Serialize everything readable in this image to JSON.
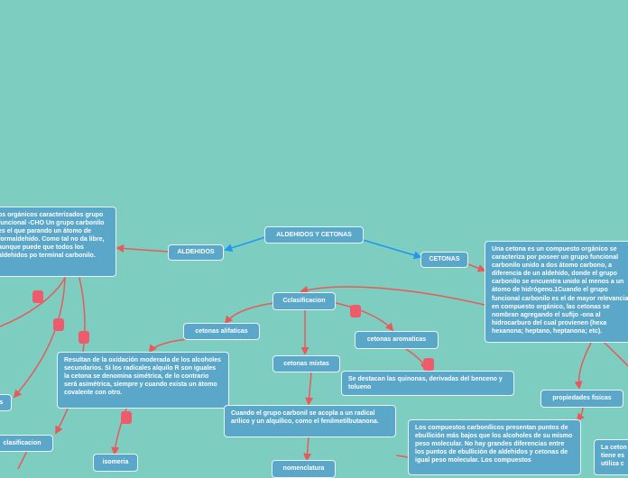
{
  "colors": {
    "background": "#7dcdc0",
    "node_fill": "#5ba7c9",
    "connector_main": "#2196f3",
    "connector_sub": "#e85a5a",
    "marker": "#ee5b6a"
  },
  "nodes": {
    "root": "ALDEHIDOS Y CETONAS",
    "aldehidos": "ALDEHIDOS",
    "cetonas": "CETONAS",
    "aldehidos_def": "os orgánicos caracterizados grupo funcional -CHO Un grupo carbonilo es el que parando un átomo de formaldehido. Como tal no da libre, aunque puede que todos los aldehidos po terminal carbonilo.",
    "cetona_def": "Una cetona es un compuesto orgánico se caracteriza por poseer un grupo funcional carbonilo unido a dos átomo carbono, a diferencia de un aldehído, donde el grupo carbonilo se encuentra unido al menos a un átomo de hidrógeno.1Cuando el grupo funcional carbonilo es el de mayor relevancia en compuesto orgánico, las cetonas se nombran agregando el sufijo -ona al hidrocarburo del cual provienen (hexa hexanona; heptano, heptanona; etc).",
    "clasificacion": "Cclasificacion",
    "alifaticas": "cetonas alifaticas",
    "aromaticas": "cetonas aromaticas",
    "mixtas": "cetonas mixtas",
    "alifaticas_def": "Resultan de la oxidación moderada de los alcoholes secundarios. Si los radicales alquilo R son iguales la cetona se denomina simétrica, de lo contrario será asimétrica, siempre y cuando exista un átomo covalente con otro.",
    "aromaticas_def": "Se destacan las quinonas, derivadas del benceno y tolueno",
    "mixtas_def": "Cuando el grupo carbonil se acopla a un radical arílico y un alquílico, como el fenilmetilbutanona.",
    "propiedades": "propiedades fisicas",
    "propiedades_def": "Los compuestos carbonílicos presentan puntos de ebullición más bajos que los alcoholes de su mismo peso molecular. No hay grandes diferencias entre los puntos de ebullición de aldehidos y cetonas de igual peso molecular. Los compuestos",
    "right_fragment": "La ceton tiene es utiliza c",
    "left_clasificacion": "clasificacion",
    "left_fragment": "s",
    "isomeria": "isomeria",
    "nomenclatura": "nomenclatura"
  }
}
